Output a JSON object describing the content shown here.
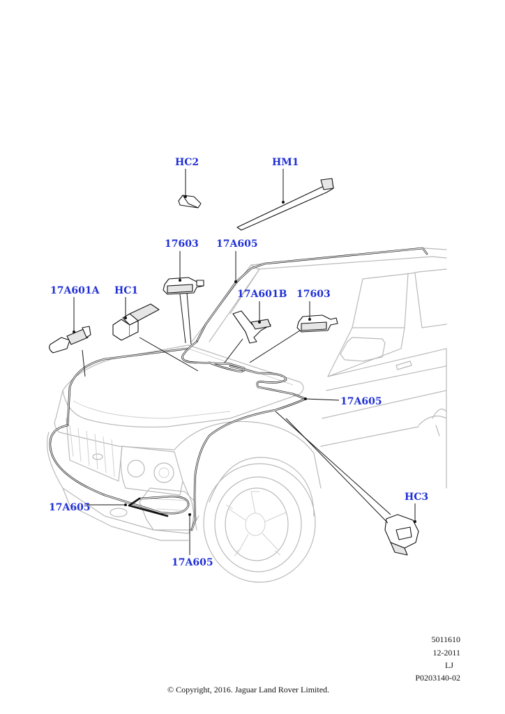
{
  "callouts": {
    "hc2": "HC2",
    "hm1": "HM1",
    "c17603_a": "17603",
    "c17a605_top": "17A605",
    "c17a601a": "17A601A",
    "hc1": "HC1",
    "c17a601b": "17A601B",
    "c17603_b": "17603",
    "c17a605_right": "17A605",
    "hc3": "HC3",
    "c17a605_left": "17A605",
    "c17a605_bottom": "17A605"
  },
  "reference": {
    "number": "5011610",
    "date": "12-2011",
    "code": "LJ",
    "illustration": "P0203140-02"
  },
  "copyright": "© Copyright, 2016. Jaguar Land Rover Limited.",
  "colors": {
    "callout": "#1f2fd6",
    "line_art": "#b9b9b9",
    "hose": "#111111"
  }
}
